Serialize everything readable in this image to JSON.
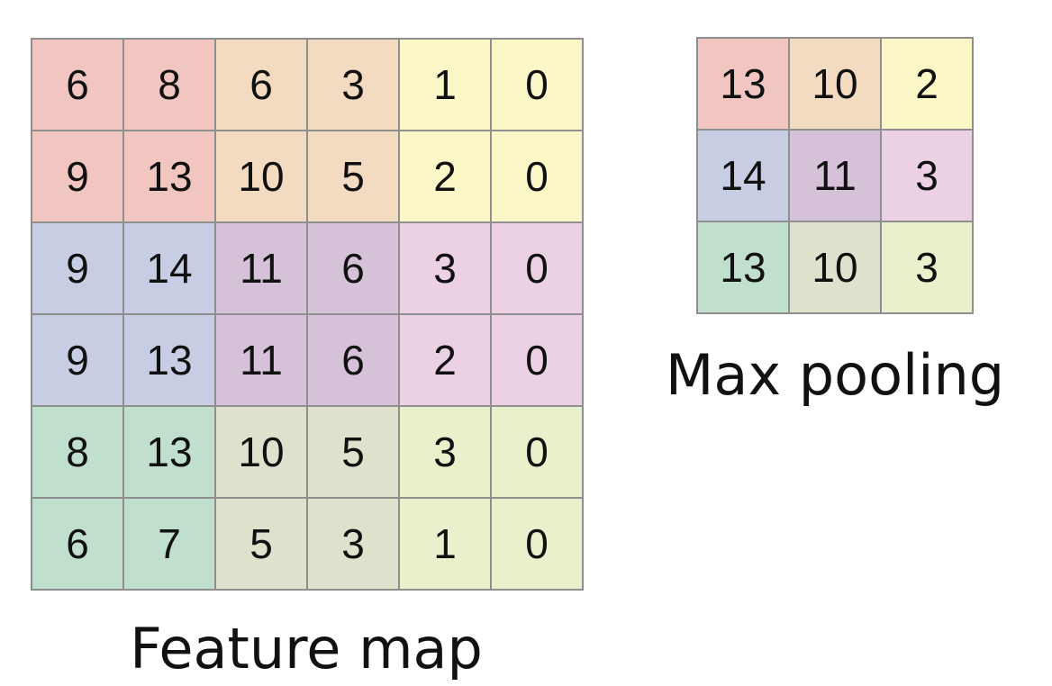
{
  "feature_map": {
    "label": "Feature map",
    "values": [
      [
        6,
        8,
        6,
        3,
        1,
        0
      ],
      [
        9,
        13,
        10,
        5,
        2,
        0
      ],
      [
        9,
        14,
        11,
        6,
        3,
        0
      ],
      [
        9,
        13,
        11,
        6,
        2,
        0
      ],
      [
        8,
        13,
        10,
        5,
        3,
        0
      ],
      [
        6,
        7,
        5,
        3,
        1,
        0
      ]
    ],
    "pool_size": 2
  },
  "max_pooling": {
    "label": "Max pooling",
    "values": [
      [
        13,
        10,
        2
      ],
      [
        14,
        11,
        3
      ],
      [
        13,
        10,
        3
      ]
    ]
  },
  "region_colors": [
    [
      "#f2c6c0",
      "#f3dbc2",
      "#fbf7c6"
    ],
    [
      "#c7cde3",
      "#d5c1d8",
      "#ebd1e3"
    ],
    [
      "#c1dfcd",
      "#dde2cc",
      "#e9f0cc"
    ]
  ]
}
